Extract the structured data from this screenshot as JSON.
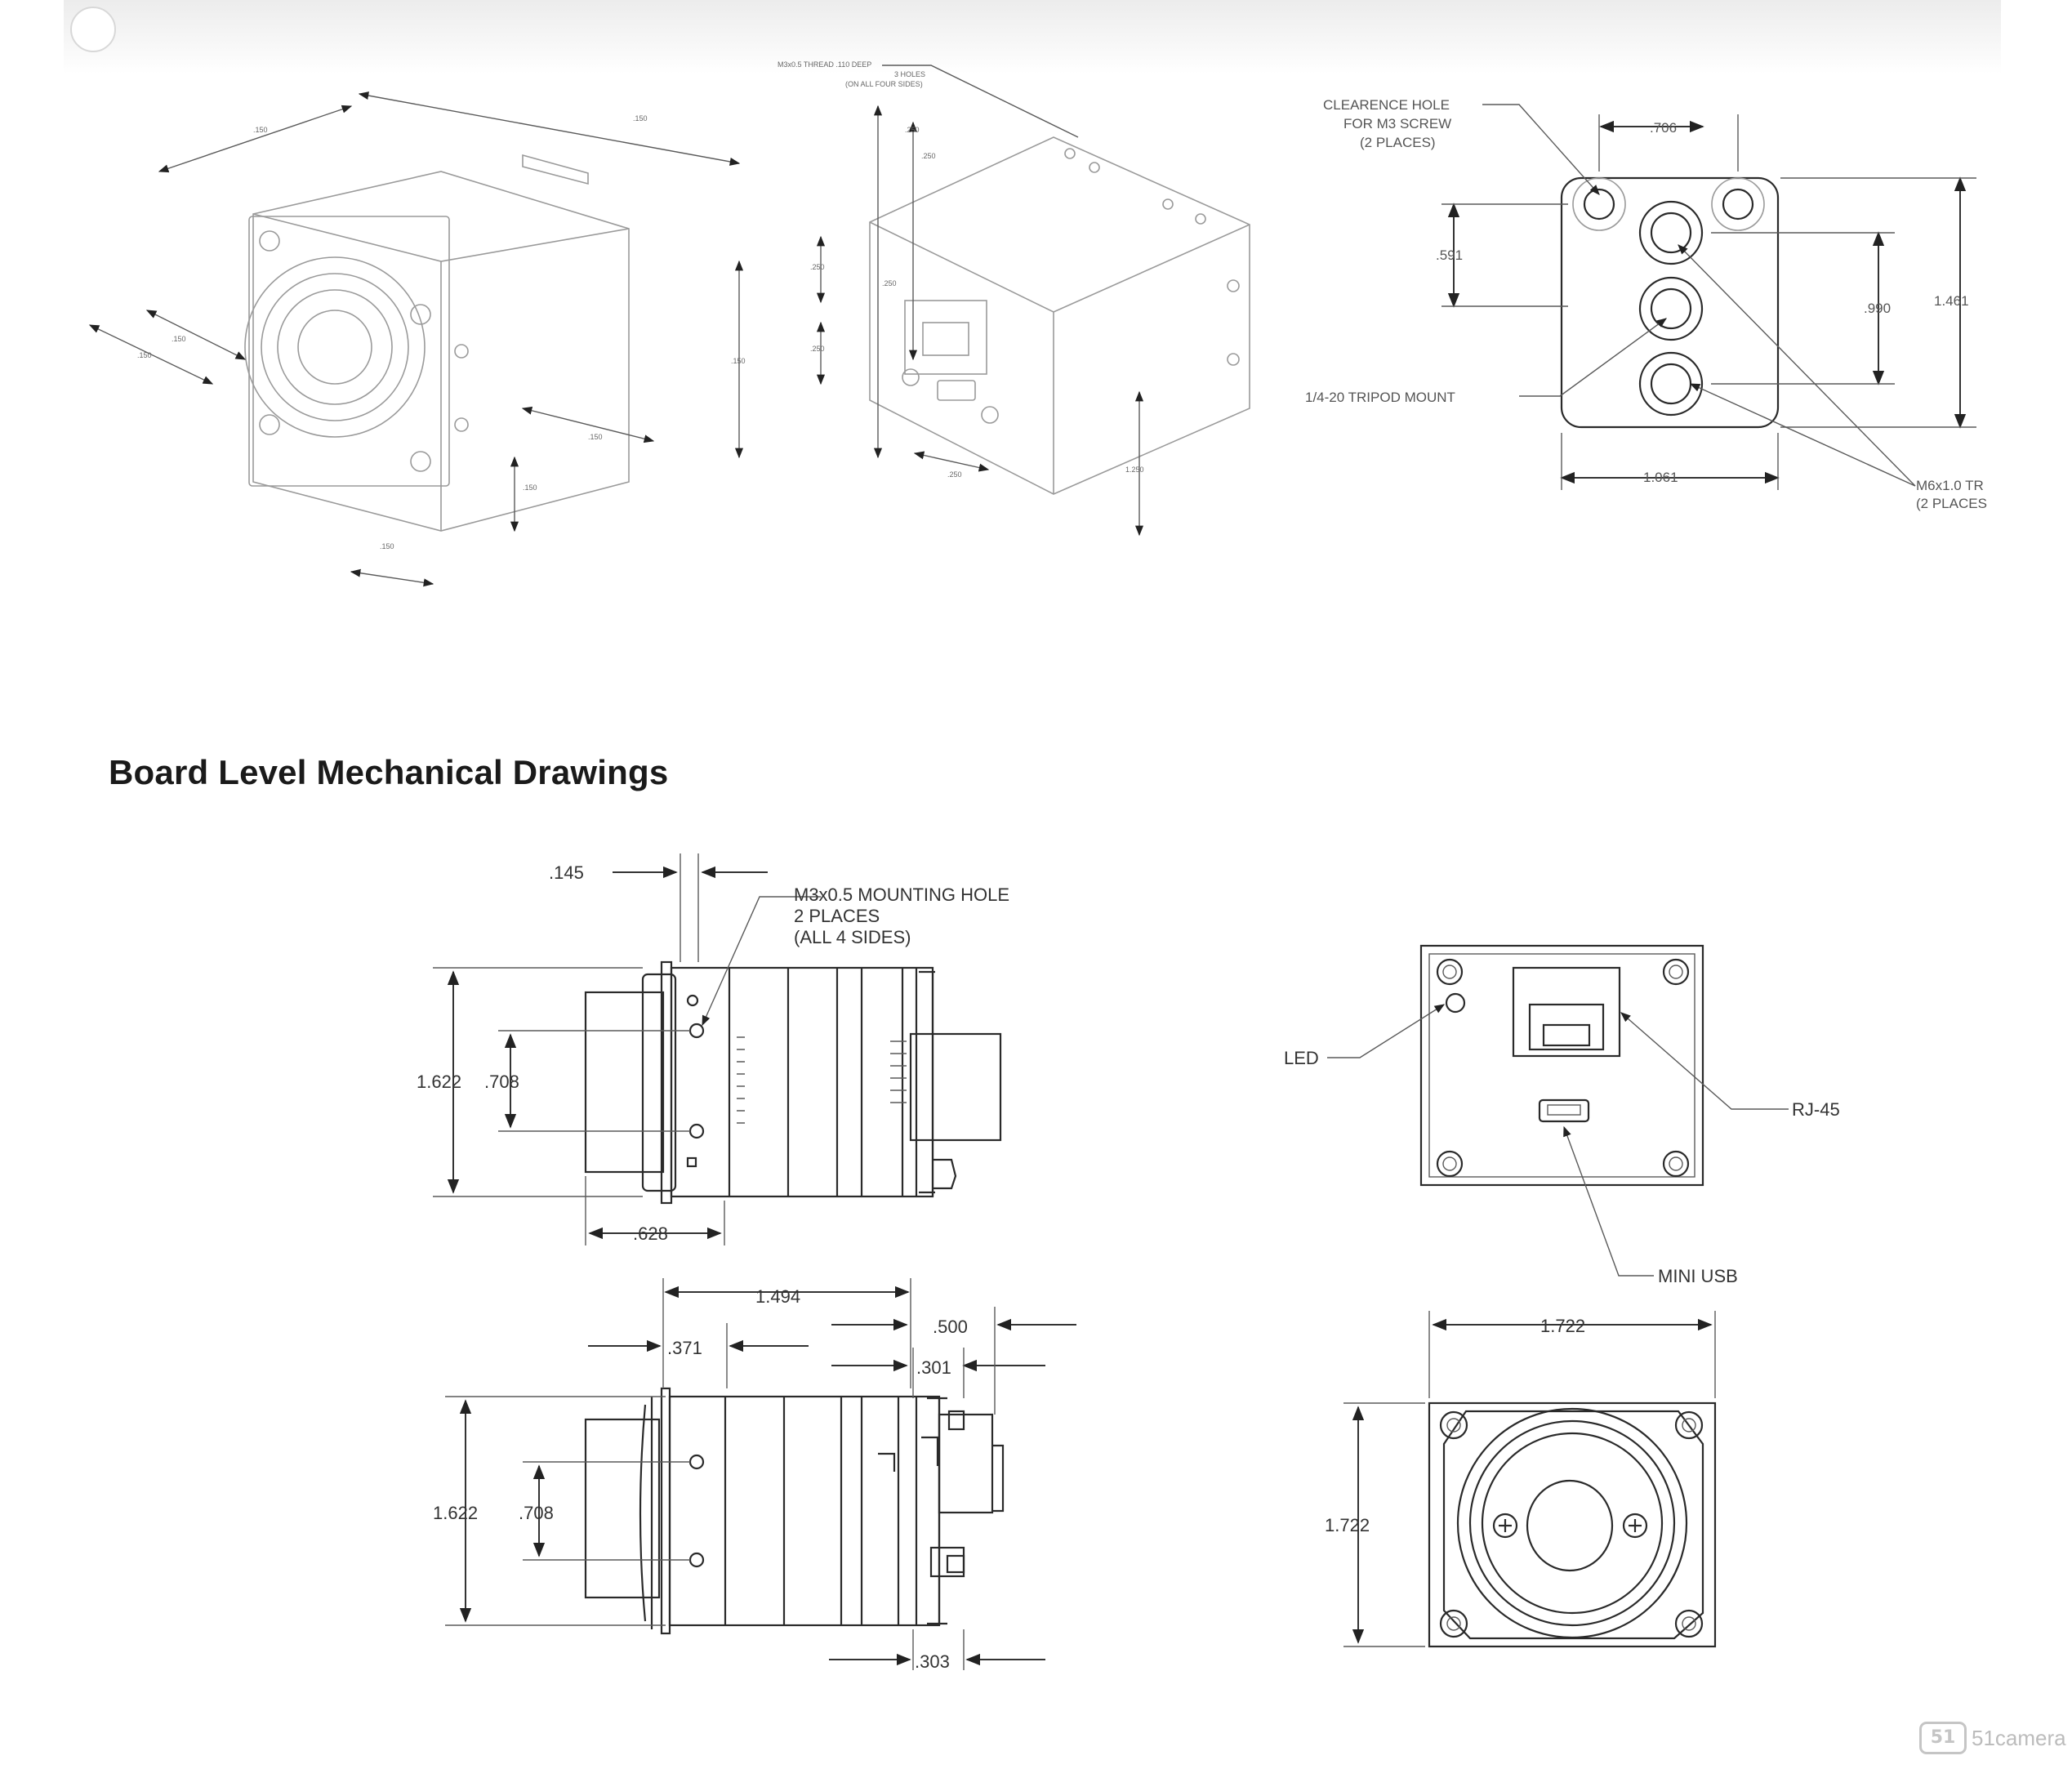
{
  "heading": "Board Level Mechanical Drawings",
  "watermark": "51camera",
  "top": {
    "iso_front_dims": [
      ".150",
      ".150",
      ".150",
      ".150",
      ".150",
      ".150",
      ".150",
      ".150"
    ],
    "iso_rear_note": [
      "M3x0.5 THREAD .110 DEEP",
      "3 HOLES",
      "(ON ALL FOUR SIDES)"
    ],
    "iso_rear_dims": [
      ".250",
      ".250",
      ".250",
      ".250",
      ".250",
      ".250",
      "1.250"
    ],
    "rear_view": {
      "clearance_note": [
        "CLEARENCE HOLE",
        "FOR M3 SCREW",
        "(2 PLACES)"
      ],
      "tripod_note": "1/4-20 TRIPOD MOUNT",
      "m6_note": [
        "M6x1.0 TR",
        "(2 PLACES"
      ],
      "dims": {
        "top_width": ".706",
        "left_height": ".591",
        "inner_height": ".990",
        "right_height": "1.461",
        "bottom_width": "1.061"
      }
    }
  },
  "side_view_top": {
    "dim_top": ".145",
    "hole_note": [
      "M3x0.5 MOUNTING HOLE",
      "2 PLACES",
      "(ALL 4 SIDES)"
    ],
    "height": "1.622",
    "hole_spacing": ".708",
    "bottom": ".628"
  },
  "side_view_bottom": {
    "length": "1.494",
    "offset": ".371",
    "conn_a": ".500",
    "conn_b": ".301",
    "height": "1.622",
    "hole_spacing": ".708",
    "bottom": ".303"
  },
  "back_view": {
    "led": "LED",
    "rj45": "RJ-45",
    "mini_usb": "MINI USB"
  },
  "front_view": {
    "width": "1.722",
    "height": "1.722"
  }
}
